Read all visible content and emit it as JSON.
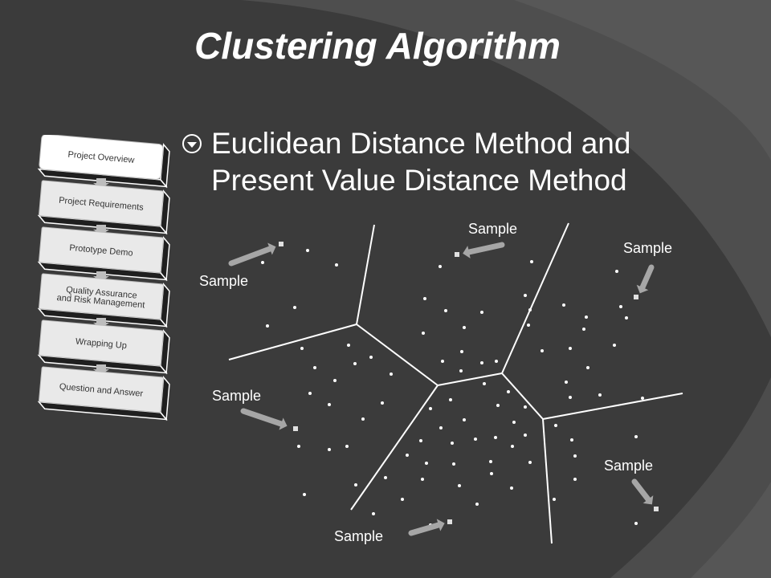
{
  "slide": {
    "title": "Clustering Algorithm",
    "bullet": {
      "line1": "Euclidean Distance Method and",
      "line2": "Present Value Distance Method",
      "icon": "circled-bullet-icon"
    },
    "colors": {
      "background": "#3d3d3d",
      "text": "#ffffff",
      "step_box": "#f2f2f2",
      "arrow": "#9a9a9a"
    }
  },
  "steps": [
    {
      "lines": [
        "Project Overview"
      ],
      "active": true
    },
    {
      "lines": [
        "Project Requirements"
      ],
      "active": false
    },
    {
      "lines": [
        "Prototype Demo"
      ],
      "active": false
    },
    {
      "lines": [
        "Quality Assurance",
        "and Risk Management"
      ],
      "active": false
    },
    {
      "lines": [
        "Wrapping Up"
      ],
      "active": false
    },
    {
      "lines": [
        "Question and Answer"
      ],
      "active": false
    }
  ],
  "samples": [
    {
      "label": "Sample"
    },
    {
      "label": "Sample"
    },
    {
      "label": "Sample"
    },
    {
      "label": "Sample"
    },
    {
      "label": "Sample"
    },
    {
      "label": "Sample"
    }
  ]
}
